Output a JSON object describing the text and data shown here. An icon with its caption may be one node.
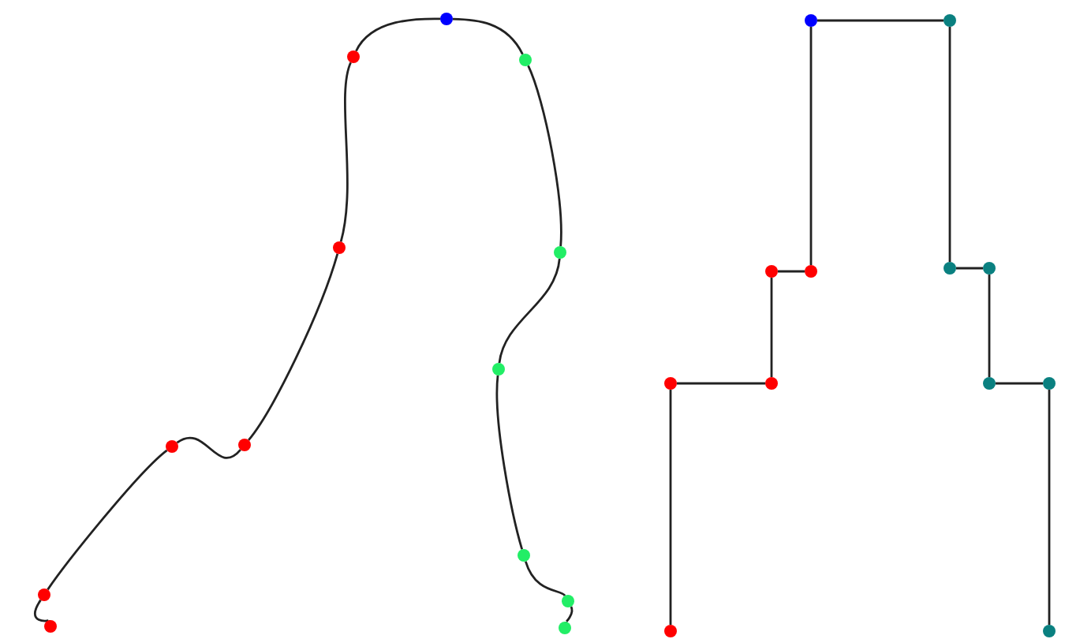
{
  "diagram": {
    "nodes": [
      {
        "text": [],
        "shape": "circle"
      },
      {
        "text": [],
        "shape": "circle"
      },
      {
        "text": [],
        "shape": "circle"
      },
      {
        "text": [],
        "shape": "circle"
      },
      {
        "text": [],
        "shape": "circle"
      },
      {
        "text": [],
        "shape": "circle"
      },
      {
        "text": [],
        "shape": "circle"
      },
      {
        "text": [],
        "shape": "circle"
      },
      {
        "text": [],
        "shape": "circle"
      },
      {
        "text": [],
        "shape": "circle"
      },
      {
        "text": [],
        "shape": "circle"
      },
      {
        "text": [],
        "shape": "circle"
      },
      {
        "text": [],
        "shape": "circle"
      },
      {
        "text": [],
        "shape": "circle"
      },
      {
        "text": [],
        "shape": "circle"
      },
      {
        "text": [],
        "shape": "circle"
      },
      {
        "text": [],
        "shape": "circle"
      },
      {
        "text": [],
        "shape": "circle"
      },
      {
        "text": [],
        "shape": "circle"
      },
      {
        "text": [],
        "shape": "circle"
      },
      {
        "text": [],
        "shape": "circle"
      },
      {
        "text": [],
        "shape": "circle"
      },
      {
        "text": [],
        "shape": "circle"
      },
      {
        "text": [],
        "shape": "circle"
      },
      {
        "text": [],
        "shape": "circle"
      }
    ],
    "edges": [
      {
        "from": 0,
        "to": 1,
        "arrow": "none"
      },
      {
        "from": 1,
        "to": 2,
        "arrow": "none"
      },
      {
        "from": 2,
        "to": 3,
        "arrow": "none"
      },
      {
        "from": 3,
        "to": 4,
        "arrow": "none"
      },
      {
        "from": 4,
        "to": 5,
        "arrow": "none"
      },
      {
        "from": 5,
        "to": 6,
        "arrow": "none"
      },
      {
        "from": 6,
        "to": 7,
        "arrow": "none"
      },
      {
        "from": 7,
        "to": 8,
        "arrow": "none"
      },
      {
        "from": 8,
        "to": 9,
        "arrow": "none"
      },
      {
        "from": 9,
        "to": 10,
        "arrow": "none"
      },
      {
        "from": 10,
        "to": 11,
        "arrow": "none"
      },
      {
        "from": 11,
        "to": 12,
        "arrow": "none"
      },
      {
        "from": 13,
        "to": 14,
        "arrow": "none"
      },
      {
        "from": 14,
        "to": 15,
        "arrow": "none"
      },
      {
        "from": 15,
        "to": 16,
        "arrow": "none"
      },
      {
        "from": 16,
        "to": 17,
        "arrow": "none"
      },
      {
        "from": 17,
        "to": 18,
        "arrow": "none"
      },
      {
        "from": 18,
        "to": 19,
        "arrow": "none"
      },
      {
        "from": 19,
        "to": 20,
        "arrow": "none"
      },
      {
        "from": 20,
        "to": 21,
        "arrow": "none"
      },
      {
        "from": 21,
        "to": 22,
        "arrow": "none"
      },
      {
        "from": 22,
        "to": 23,
        "arrow": "none"
      },
      {
        "from": 23,
        "to": 24,
        "arrow": "none"
      }
    ]
  }
}
